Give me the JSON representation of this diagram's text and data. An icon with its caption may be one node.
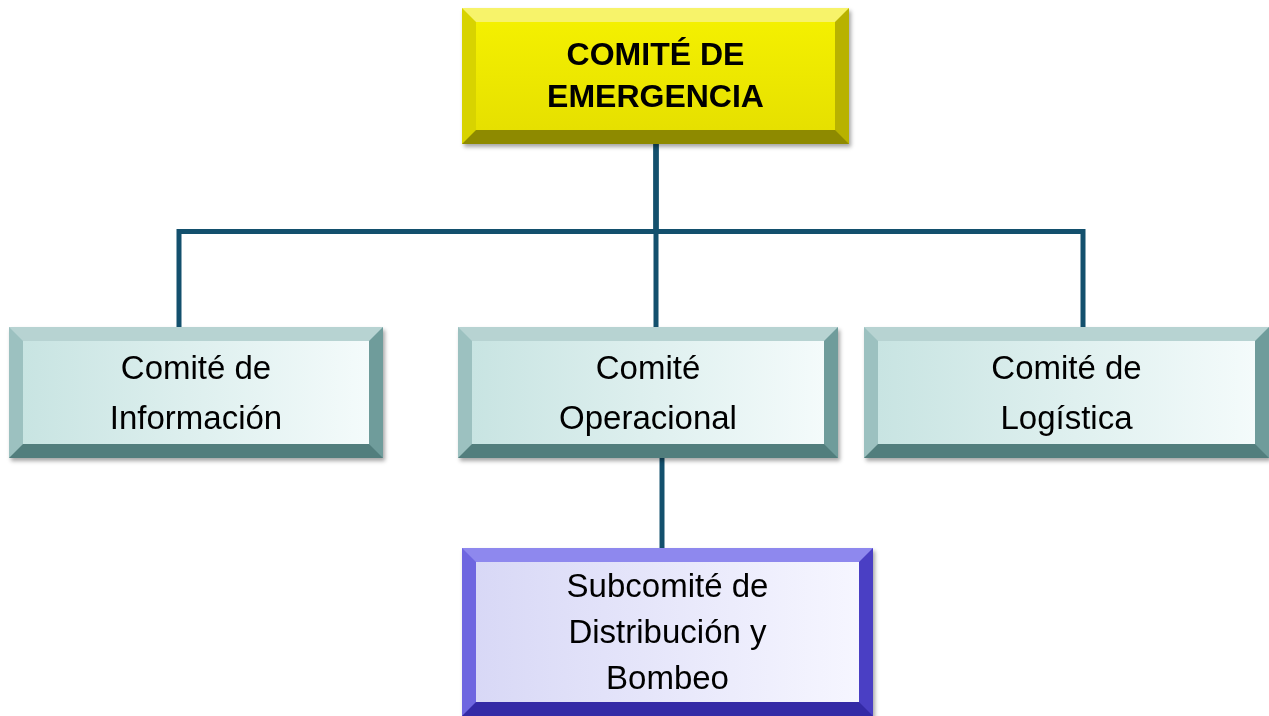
{
  "diagram": {
    "nodes": [
      {
        "text": [
          "COMITÉ DE EMERGENCIA"
        ]
      },
      {
        "text": [
          "Comité de Información"
        ]
      },
      {
        "text": [
          "Comité Operacional"
        ]
      },
      {
        "text": [
          "Comité de Logística"
        ]
      },
      {
        "text": [
          "Subcomité de Distribución y Bombeo"
        ]
      }
    ],
    "edges": [
      {
        "from": 0,
        "to": 1,
        "arrow": "none"
      },
      {
        "from": 0,
        "to": 2,
        "arrow": "none"
      },
      {
        "from": 0,
        "to": 3,
        "arrow": "none"
      },
      {
        "from": 2,
        "to": 4,
        "arrow": "none"
      }
    ]
  }
}
